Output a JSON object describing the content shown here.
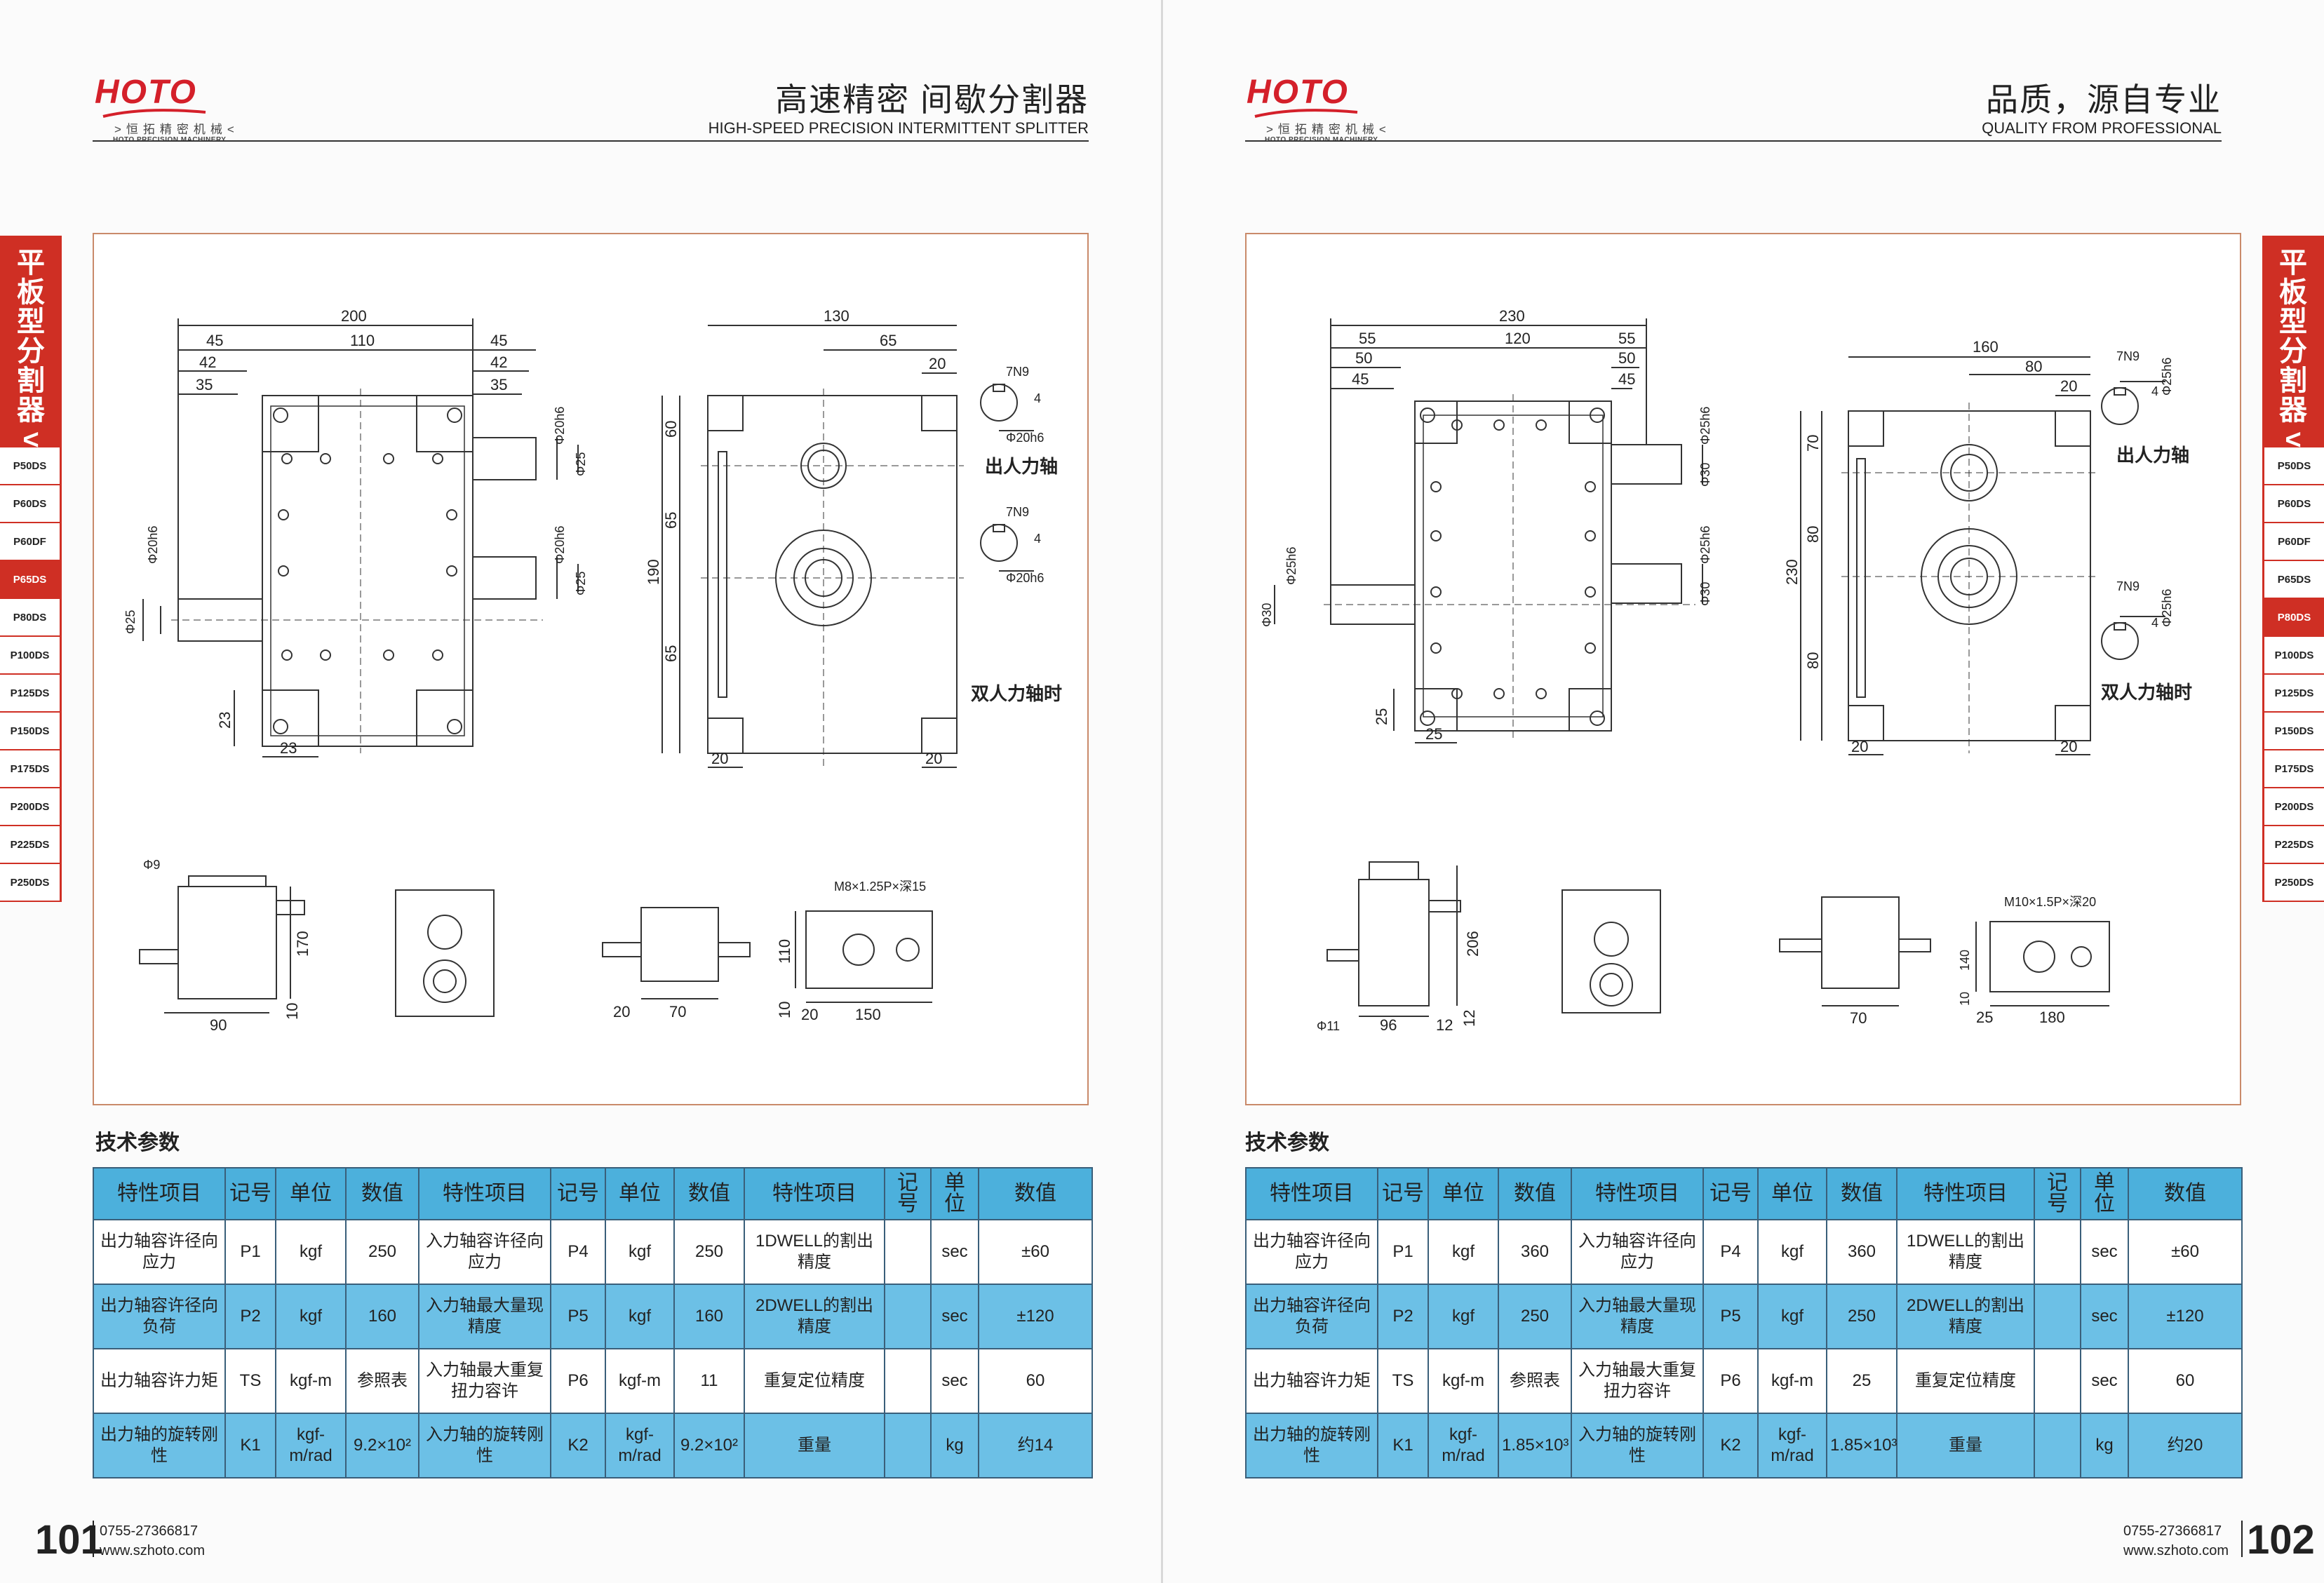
{
  "brand": {
    "logo_text": "HOTO",
    "company_cn": ">恒拓精密机械<",
    "company_en": "HOTO PRECISION MACHINERY",
    "red": "#d4202a"
  },
  "left_page": {
    "title_cn": "高速精密 间歇分割器",
    "title_en": "HIGH-SPEED PRECISION INTERMITTENT SPLITTER",
    "page_number": "101",
    "phone": "0755-27366817",
    "website": "www.szhoto.com",
    "section_title": "技术参数",
    "drawing": {
      "front": {
        "d200": "200",
        "d110": "110",
        "d45l": "45",
        "d42l": "42",
        "d35l": "35",
        "d45r": "45",
        "d42r": "42",
        "d35r": "35",
        "shaft_top": "Φ20h6",
        "shaft_top2": "Φ25",
        "shaft_mid": "Φ20h6",
        "shaft_mid2": "Φ25",
        "shaft_left": "Φ20h6",
        "shaft_left2": "Φ25",
        "d23v": "23",
        "d23h": "23"
      },
      "side": {
        "d130": "130",
        "d65": "65",
        "d20t": "20",
        "d190": "190",
        "d60": "60",
        "d65a": "65",
        "d65b": "65",
        "d20bl": "20",
        "d20br": "20"
      },
      "keys": {
        "key1": "7N9",
        "key1_depth": "4",
        "key1_dia": "Φ20h6",
        "key1_label": "出人力轴",
        "key2": "7N9",
        "key2_depth": "4",
        "key2_dia": "Φ20h6",
        "key2_label": "双人力轴时"
      },
      "bottom": {
        "hole": "Φ9",
        "d170": "170",
        "d90": "90",
        "d10": "10",
        "d20": "20",
        "d70": "70",
        "thread": "M8×1.25P×深15",
        "d110": "110",
        "d10b": "10",
        "d20b": "20",
        "d150": "150"
      }
    },
    "table": {
      "headers": [
        "特性项目",
        "记号",
        "单位",
        "数值",
        "特性项目",
        "记号",
        "单位",
        "数值",
        "特性项目",
        "记号",
        "单位",
        "数值"
      ],
      "rows": [
        [
          "出力轴容许径向应力",
          "P1",
          "kgf",
          "250",
          "入力轴容许径向应力",
          "P4",
          "kgf",
          "250",
          "1DWELL的割出精度",
          "",
          "sec",
          "±60"
        ],
        [
          "出力轴容许径向负荷",
          "P2",
          "kgf",
          "160",
          "入力轴最大量现精度",
          "P5",
          "kgf",
          "160",
          "2DWELL的割出精度",
          "",
          "sec",
          "±120"
        ],
        [
          "出力轴容许力矩",
          "TS",
          "kgf-m",
          "参照表",
          "入力轴最大重复扭力容许",
          "P6",
          "kgf-m",
          "11",
          "重复定位精度",
          "",
          "sec",
          "60"
        ],
        [
          "出力轴的旋转刚性",
          "K1",
          "kgf-m/rad",
          "9.2×10²",
          "入力轴的旋转刚性",
          "K2",
          "kgf-m/rad",
          "9.2×10²",
          "重量",
          "",
          "kg",
          "约14"
        ]
      ]
    }
  },
  "right_page": {
    "title_cn": "品质，源自专业",
    "title_en": "QUALITY FROM PROFESSIONAL",
    "page_number": "102",
    "phone": "0755-27366817",
    "website": "www.szhoto.com",
    "section_title": "技术参数",
    "drawing": {
      "front": {
        "d230": "230",
        "d120": "120",
        "d55l": "55",
        "d50l": "50",
        "d45l": "45",
        "d55r": "55",
        "d50r": "50",
        "d45r": "45",
        "shaft_top": "Φ25h6",
        "shaft_top2": "Φ30",
        "shaft_mid": "Φ25h6",
        "shaft_mid2": "Φ30",
        "shaft_left": "Φ25h6",
        "shaft_left2": "Φ30",
        "d25v": "25",
        "d25h": "25"
      },
      "side": {
        "d160": "160",
        "d80": "80",
        "d20t": "20",
        "d230": "230",
        "d70": "70",
        "d80a": "80",
        "d80b": "80",
        "d20bl": "20",
        "d20br": "20"
      },
      "keys": {
        "key1": "7N9",
        "key1_depth": "4",
        "key1_dia": "Φ25h6",
        "key1_label": "出人力轴",
        "key2": "7N9",
        "key2_depth": "4",
        "key2_dia": "Φ25h6",
        "key2_label": "双人力轴时"
      },
      "bottom": {
        "d206": "206",
        "hole": "Φ11",
        "d96": "96",
        "d12a": "12",
        "d12b": "12",
        "d70": "70",
        "thread": "M10×1.5P×深20",
        "d140": "140",
        "d10": "10",
        "d25": "25",
        "d180": "180"
      }
    },
    "table": {
      "headers": [
        "特性项目",
        "记号",
        "单位",
        "数值",
        "特性项目",
        "记号",
        "单位",
        "数值",
        "特性项目",
        "记号",
        "单位",
        "数值"
      ],
      "rows": [
        [
          "出力轴容许径向应力",
          "P1",
          "kgf",
          "360",
          "入力轴容许径向应力",
          "P4",
          "kgf",
          "360",
          "1DWELL的割出精度",
          "",
          "sec",
          "±60"
        ],
        [
          "出力轴容许径向负荷",
          "P2",
          "kgf",
          "250",
          "入力轴最大量现精度",
          "P5",
          "kgf",
          "250",
          "2DWELL的割出精度",
          "",
          "sec",
          "±120"
        ],
        [
          "出力轴容许力矩",
          "TS",
          "kgf-m",
          "参照表",
          "入力轴最大重复扭力容许",
          "P6",
          "kgf-m",
          "25",
          "重复定位精度",
          "",
          "sec",
          "60"
        ],
        [
          "出力轴的旋转刚性",
          "K1",
          "kgf-m/rad",
          "1.85×10³",
          "入力轴的旋转刚性",
          "K2",
          "kgf-m/rad",
          "1.85×10³",
          "重量",
          "",
          "kg",
          "约20"
        ]
      ]
    }
  },
  "side_tab": {
    "title_chars": [
      "平",
      "板",
      "型",
      "分",
      "割",
      "器",
      "<",
      "P",
      ">"
    ],
    "models": [
      "P50DS",
      "P60DS",
      "P60DF",
      "P65DS",
      "P80DS",
      "P100DS",
      "P125DS",
      "P150DS",
      "P175DS",
      "P200DS",
      "P225DS",
      "P250DS"
    ],
    "left_active": "P65DS",
    "right_active": "P80DS",
    "accent": "#cf2f24"
  },
  "colors": {
    "table_header": "#4cb0dc",
    "table_row_blue": "#6cc0e6",
    "frame_border": "#c98a6a"
  }
}
